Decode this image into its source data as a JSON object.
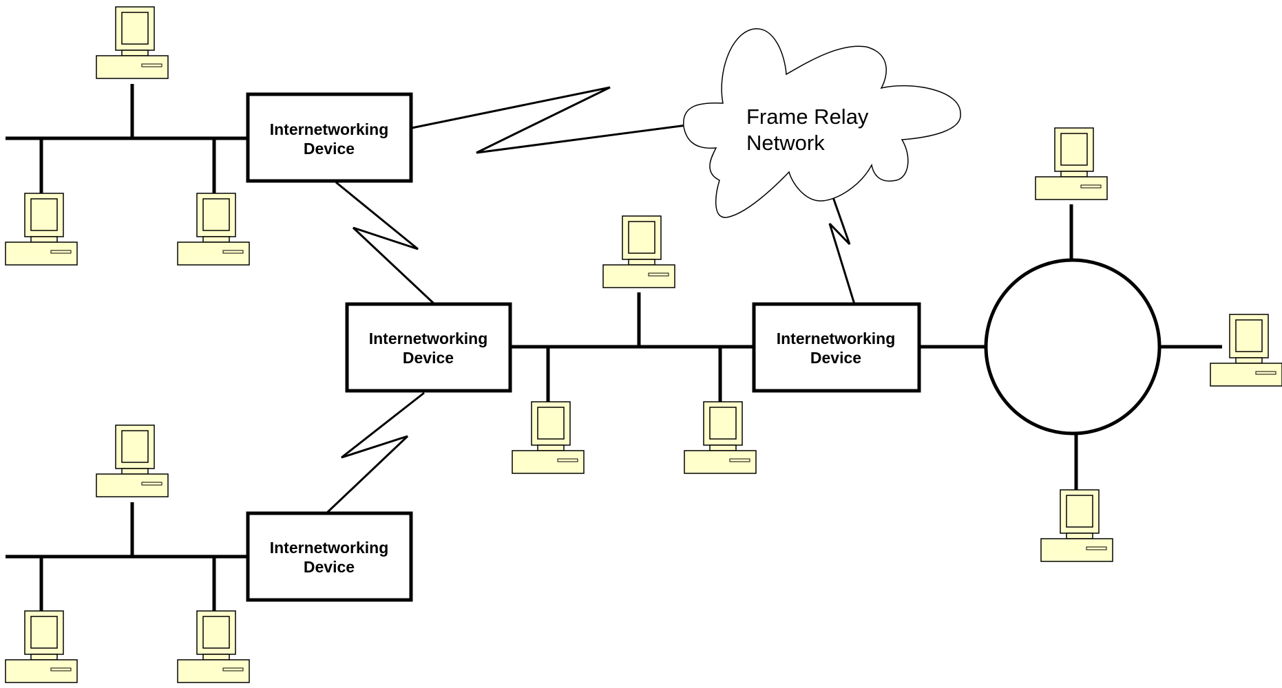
{
  "colors": {
    "workstation_fill": "#ffffcc",
    "line": "#000000",
    "background": "#ffffff"
  },
  "cloud": {
    "line1": "Frame Relay",
    "line2": "Network"
  },
  "devices": [
    {
      "id": "top-left",
      "line1": "Internetworking",
      "line2": "Device"
    },
    {
      "id": "middle",
      "line1": "Internetworking",
      "line2": "Device"
    },
    {
      "id": "bottom-left",
      "line1": "Internetworking",
      "line2": "Device"
    },
    {
      "id": "right",
      "line1": "Internetworking",
      "line2": "Device"
    }
  ],
  "icons": {
    "workstation": "workstation-icon",
    "ring": "token-ring-icon",
    "wan_link": "serial-link-icon"
  }
}
